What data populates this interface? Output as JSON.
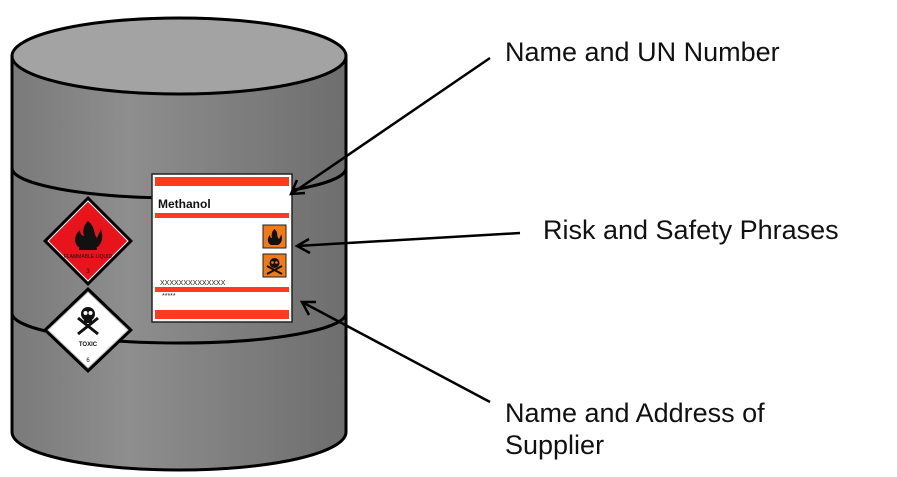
{
  "label": {
    "product_name": "Methanol",
    "placeholder_line_1": "XXXXXXXXXXXXXX",
    "placeholder_line_2": "*****"
  },
  "placards": {
    "flammable": {
      "text": "FLAMMABLE LIQUID",
      "class_number": "3",
      "color": "#e8141c",
      "icon": "flame-icon"
    },
    "toxic": {
      "text": "TOXIC",
      "class_number": "6",
      "color": "#ffffff",
      "icon": "skull-crossbones-icon"
    }
  },
  "hazard_symbols": [
    "flame-icon",
    "skull-crossbones-icon"
  ],
  "callouts": {
    "name_un": "Name and UN Number",
    "risk_safety": "Risk and Safety Phrases",
    "supplier": "Name and Address of Supplier"
  },
  "colors": {
    "drum": "#8a8a8a",
    "drum_top": "#9e9e9e",
    "label_stripe": "#ff3a1e",
    "hazard_orange": "#f07a18"
  }
}
